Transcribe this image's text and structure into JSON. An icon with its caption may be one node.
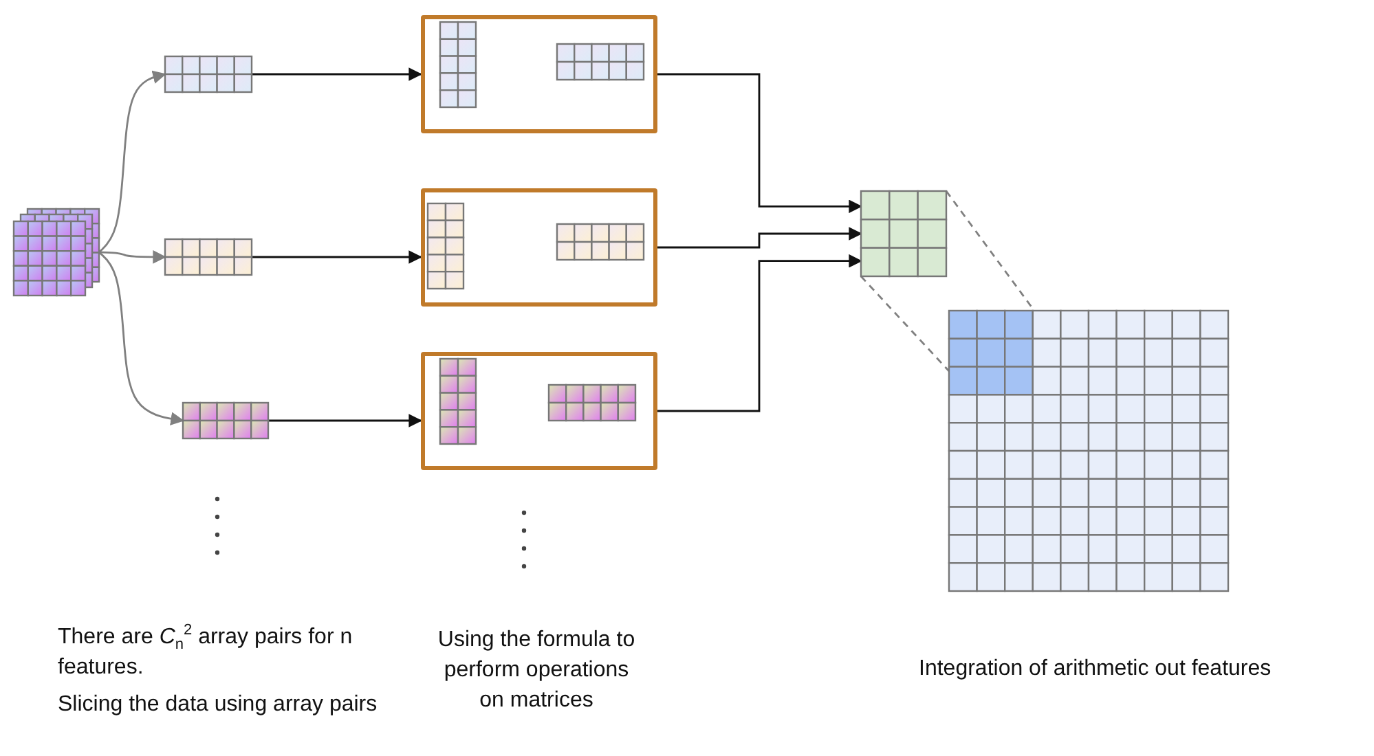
{
  "diagram": {
    "nodes": [
      {
        "text": [],
        "shape": "grid"
      },
      {
        "text": [],
        "shape": "grid"
      },
      {
        "text": [],
        "shape": "grid"
      },
      {
        "text": [],
        "shape": "grid"
      },
      {
        "text": [],
        "shape": "box"
      },
      {
        "text": [],
        "shape": "grid",
        "in": 4
      },
      {
        "text": [],
        "shape": "grid",
        "in": 4
      },
      {
        "text": [],
        "shape": "box"
      },
      {
        "text": [],
        "shape": "grid",
        "in": 7
      },
      {
        "text": [],
        "shape": "grid",
        "in": 7
      },
      {
        "text": [],
        "shape": "box"
      },
      {
        "text": [],
        "shape": "grid",
        "in": 10
      },
      {
        "text": [],
        "shape": "grid",
        "in": 10
      },
      {
        "text": [],
        "shape": "grid"
      },
      {
        "text": [],
        "shape": "grid"
      }
    ],
    "edges": [
      {
        "from": 0,
        "to": 1,
        "arrow": "to",
        "color": "#808080"
      },
      {
        "from": 0,
        "to": 2,
        "arrow": "to",
        "color": "#808080"
      },
      {
        "from": 0,
        "to": 3,
        "arrow": "to",
        "color": "#808080"
      },
      {
        "from": 1,
        "to": 4,
        "arrow": "to"
      },
      {
        "from": 2,
        "to": 7,
        "arrow": "to"
      },
      {
        "from": 3,
        "to": 10,
        "arrow": "to"
      },
      {
        "from": 4,
        "to": 13,
        "arrow": "to"
      },
      {
        "from": 7,
        "to": 13,
        "arrow": "to"
      },
      {
        "from": 10,
        "to": 13,
        "arrow": "to"
      },
      {
        "from": 13,
        "to": 14,
        "arrow": "none",
        "style": "dashed",
        "color": "#808080"
      },
      {
        "from": 13,
        "to": 14,
        "arrow": "none",
        "style": "dashed",
        "color": "#808080"
      }
    ],
    "labels": [
      "There are *C*$_{n}$$^{2}$ array pairs for n features.",
      "Slicing the data using array pairs",
      "Using the formula to perform operations on matrices",
      "Integration of arithmetic out features"
    ]
  }
}
